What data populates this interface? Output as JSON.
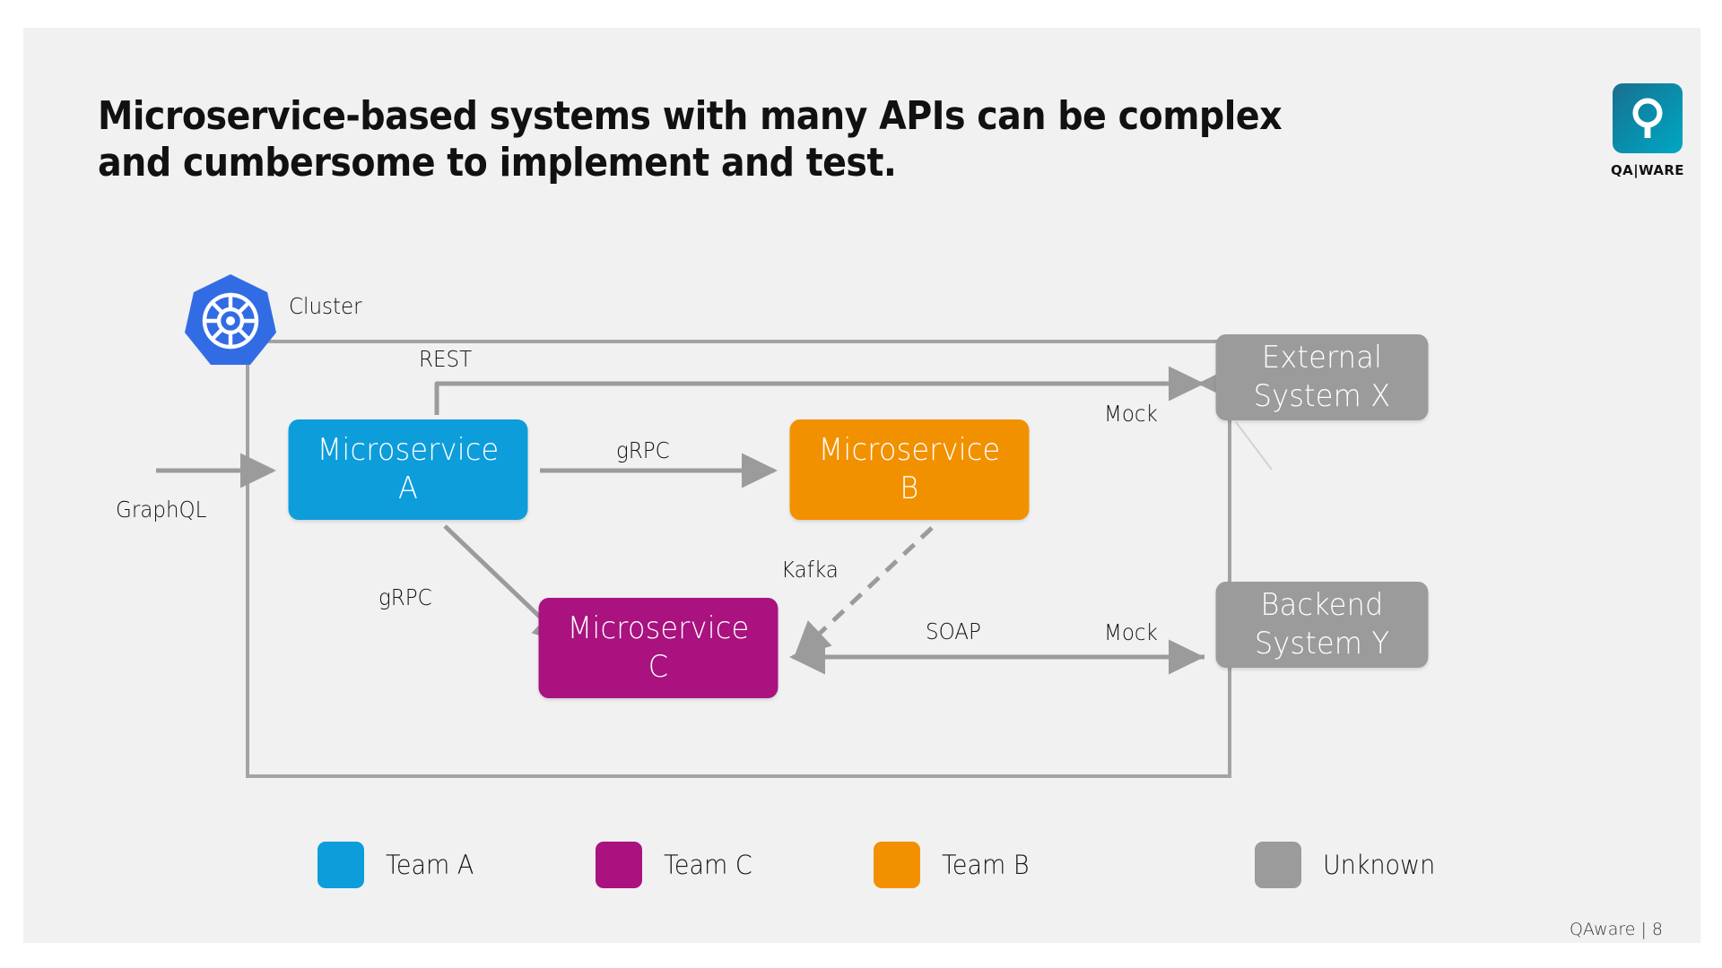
{
  "slide": {
    "background": "#f1f1f1",
    "title_line1": "Microservice-based systems with many APIs can be complex",
    "title_line2": "and cumbersome to implement and test.",
    "footer": "QAware | 8"
  },
  "brand": {
    "logo_icon": "qaware-q-logo-icon",
    "wordmark": "QA|WARE",
    "logo_gradient_from": "#1a6e8e",
    "logo_gradient_to": "#00a7c4"
  },
  "diagram": {
    "cluster": {
      "label": "Cluster",
      "platform_icon": "kubernetes-helm-wheel-icon",
      "border_color": "#a3a3a3"
    },
    "nodes": [
      {
        "id": "a",
        "label": "Microservice\nA",
        "color": "#0d9ddb",
        "team": "Team A"
      },
      {
        "id": "b",
        "label": "Microservice\nB",
        "color": "#f29100",
        "team": "Team B"
      },
      {
        "id": "c",
        "label": "Microservice\nC",
        "color": "#a9127f",
        "team": "Team C"
      },
      {
        "id": "x",
        "label": "External\nSystem X",
        "color": "#9b9b9b",
        "team": "Unknown"
      },
      {
        "id": "y",
        "label": "Backend\nSystem Y",
        "color": "#9b9b9b",
        "team": "Unknown"
      }
    ],
    "edges": [
      {
        "id": "graphql",
        "label": "GraphQL",
        "from": "external-left",
        "to": "a",
        "style": "solid"
      },
      {
        "id": "rest",
        "label": "REST",
        "from": "a",
        "to": "x",
        "style": "solid"
      },
      {
        "id": "grpc-ab",
        "label": "gRPC",
        "from": "a",
        "to": "b",
        "style": "solid"
      },
      {
        "id": "grpc-ac",
        "label": "gRPC",
        "from": "a",
        "to": "c",
        "style": "solid"
      },
      {
        "id": "kafka",
        "label": "Kafka",
        "from": "b",
        "to": "c",
        "style": "dashed"
      },
      {
        "id": "soap",
        "label": "SOAP",
        "from": "y",
        "to": "c",
        "style": "solid"
      },
      {
        "id": "mock-top",
        "label": "Mock",
        "from": "cluster-boundary",
        "to": "x",
        "style": "annotation"
      },
      {
        "id": "mock-bot",
        "label": "Mock",
        "from": "cluster-boundary",
        "to": "y",
        "style": "annotation"
      }
    ],
    "edge_color": "#9b9b9b"
  },
  "legend": {
    "items": [
      {
        "label": "Team A",
        "color": "#0d9ddb"
      },
      {
        "label": "Team C",
        "color": "#a9127f"
      },
      {
        "label": "Team B",
        "color": "#f29100"
      },
      {
        "label": "Unknown",
        "color": "#9b9b9b"
      }
    ]
  }
}
